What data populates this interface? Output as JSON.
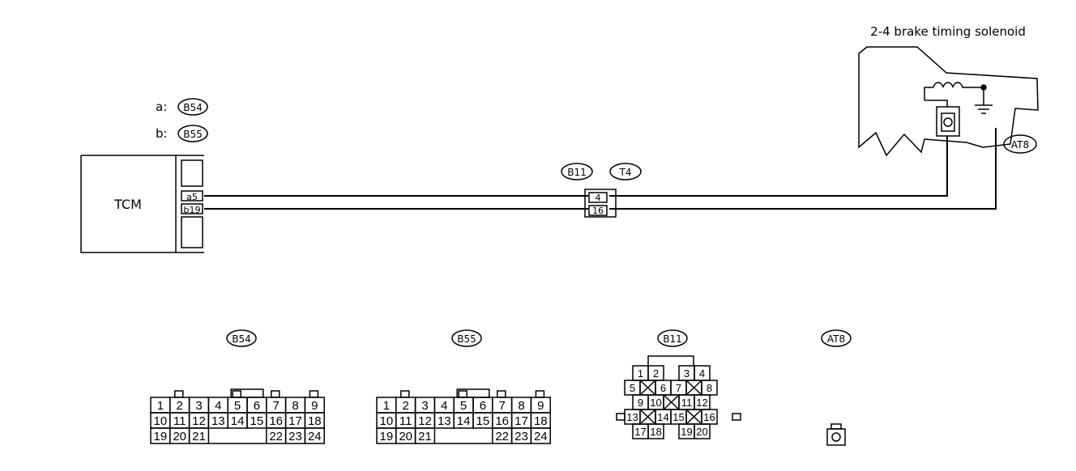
{
  "solenoid_title": "2-4 brake timing solenoid",
  "tcm": {
    "label": "TCM",
    "connector_a_prefix": "a:",
    "connector_a": "B54",
    "connector_b_prefix": "b:",
    "connector_b": "B55",
    "pin_1": "a5",
    "pin_2": "b19"
  },
  "junction": {
    "connector_1": "B11",
    "connector_2": "T4",
    "pin_1": "4",
    "pin_2": "16"
  },
  "solenoid_connector": "AT8",
  "layouts": {
    "b54": {
      "title": "B54",
      "row1": [
        "1",
        "2",
        "3",
        "4",
        "5",
        "6",
        "7",
        "8",
        "9"
      ],
      "row2": [
        "10",
        "11",
        "12",
        "13",
        "14",
        "15",
        "16",
        "17",
        "18"
      ],
      "row3": [
        "19",
        "20",
        "21",
        "22",
        "23",
        "24"
      ]
    },
    "b55": {
      "title": "B55",
      "row1": [
        "1",
        "2",
        "3",
        "4",
        "5",
        "6",
        "7",
        "8",
        "9"
      ],
      "row2": [
        "10",
        "11",
        "12",
        "13",
        "14",
        "15",
        "16",
        "17",
        "18"
      ],
      "row3": [
        "19",
        "20",
        "21",
        "22",
        "23",
        "24"
      ]
    },
    "b11": {
      "title": "B11",
      "row1": [
        "1",
        "2",
        "3",
        "4"
      ],
      "row2": [
        "5",
        "6",
        "7",
        "8"
      ],
      "row3": [
        "9",
        "10",
        "11",
        "12"
      ],
      "row4": [
        "13",
        "14",
        "15",
        "16"
      ],
      "row5": [
        "17",
        "18",
        "19",
        "20"
      ]
    },
    "at8": {
      "title": "AT8"
    }
  }
}
